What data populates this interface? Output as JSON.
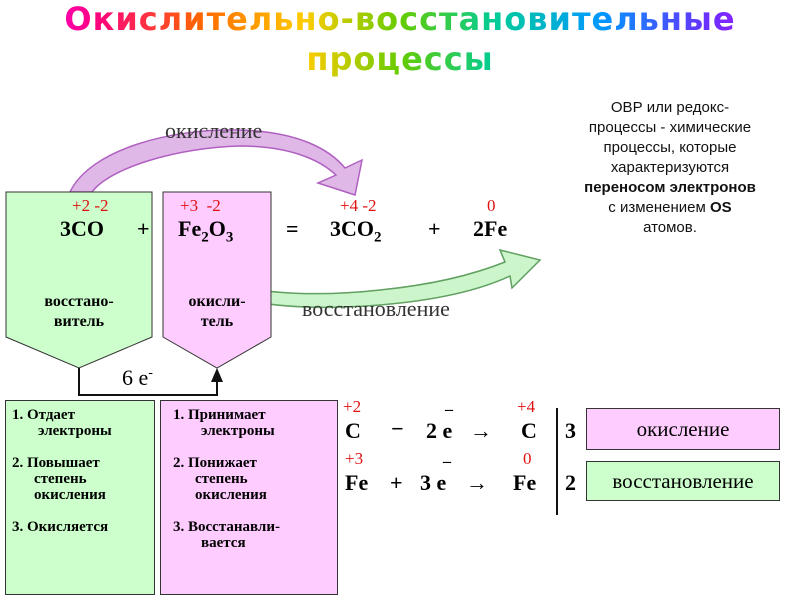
{
  "title": {
    "line1": "Окислительно-восстановительные",
    "line2": "процессы"
  },
  "definition": {
    "line1": "ОВР или редокс-",
    "line2": "процессы - химические",
    "line3": "процессы, которые",
    "line4": "характеризуются",
    "line5": "переносом электронов",
    "line6_pre": "с изменением ",
    "line6_bold": "OS",
    "line7": "атомов."
  },
  "arrows": {
    "oxidation": "окисление",
    "reduction": "восстановление"
  },
  "equation": {
    "co_ox": "+2 -2",
    "co": "3CO",
    "plus1": "+",
    "fe2o3_ox": "+3  -2",
    "fe2o3_fe": "Fe",
    "fe2o3_sub1": "2",
    "fe2o3_o": "O",
    "fe2o3_sub2": "3",
    "equals": "=",
    "co2_ox": "+4 -2",
    "co2": "3CO",
    "co2_sub": "2",
    "plus2": "+",
    "fe_ox": "0",
    "fe": "2Fe"
  },
  "roles": {
    "reducer_l1": "восстано-",
    "reducer_l2": "витель",
    "oxidizer_l1": "окисли-",
    "oxidizer_l2": "тель"
  },
  "transfer": {
    "count": "6 e",
    "sup": "-"
  },
  "reducer_props": {
    "p1a": "1. Отдает",
    "p1b": "электроны",
    "p2a": "2. Повышает",
    "p2b": "степень",
    "p2c": "окисления",
    "p3": "3. Окисляется"
  },
  "oxidizer_props": {
    "p1a": "1. Принимает",
    "p1b": "электроны",
    "p2a": "2. Понижает",
    "p2b": "степень",
    "p2c": "окисления",
    "p3a": "3. Восстанавли-",
    "p3b": "вается"
  },
  "half_reactions": {
    "r1": {
      "ox1": "+2",
      "el1": "C",
      "op": "−",
      "electrons": "2 e",
      "bar": "_",
      "arrow": "→",
      "ox2": "+4",
      "el2": "C",
      "coef": "3"
    },
    "r2": {
      "ox1": "+3",
      "el1": "Fe",
      "op": "+",
      "electrons": "3 e",
      "bar": "_",
      "arrow": "→",
      "ox2": "0",
      "el2": "Fe",
      "coef": "2"
    }
  },
  "labels": {
    "oxidation": "окисление",
    "reduction": "восстановление"
  },
  "colors": {
    "green": "#ccffcc",
    "pink": "#ffccff",
    "red": "#e01010"
  }
}
